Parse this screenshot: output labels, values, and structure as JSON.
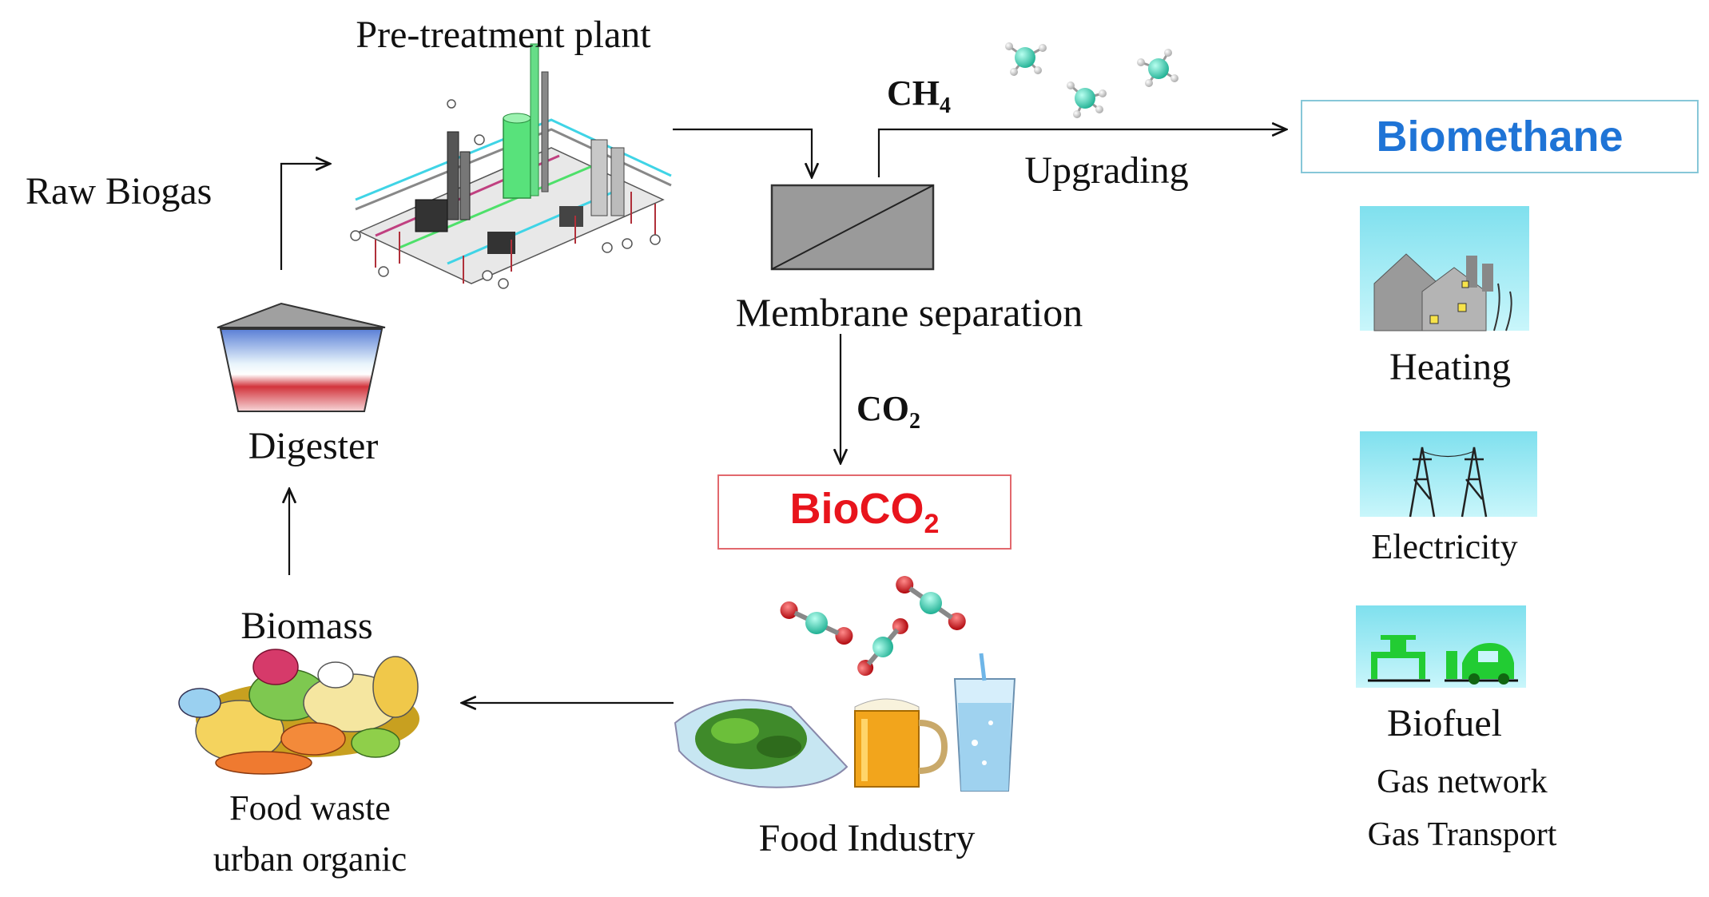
{
  "labels": {
    "pretreatment": "Pre-treatment plant",
    "raw_biogas": "Raw Biogas",
    "digester": "Digester",
    "biomass": "Biomass",
    "food_waste_line1": "Food waste",
    "food_waste_line2": "urban organic",
    "membrane": "Membrane separation",
    "ch4_main": "CH",
    "ch4_sub": "4",
    "upgrading": "Upgrading",
    "co2_main": "CO",
    "co2_sub": "2",
    "food_industry": "Food Industry",
    "heating": "Heating",
    "electricity": "Electricity",
    "biofuel": "Biofuel",
    "gas_network": "Gas network",
    "gas_transport": "Gas Transport"
  },
  "products": {
    "biomethane": "Biomethane",
    "bioco2_main": "BioCO",
    "bioco2_sub": "2"
  },
  "colors": {
    "biomethane_text": "#1f74d6",
    "biomethane_border": "#86c7d8",
    "bioco2_text": "#e8141c",
    "bioco2_border": "#e2686d",
    "sky": "#8fe8f2",
    "molecule_carbon": "#33c9a8",
    "molecule_oxygen": "#d8141c",
    "molecule_hydrogen": "#dddddd",
    "pipe_green": "#4ee06a"
  },
  "icons": {
    "heating": "houses-chimney-icon",
    "electricity": "power-pylons-icon",
    "biofuel": "fuel-tap-car-icon"
  }
}
